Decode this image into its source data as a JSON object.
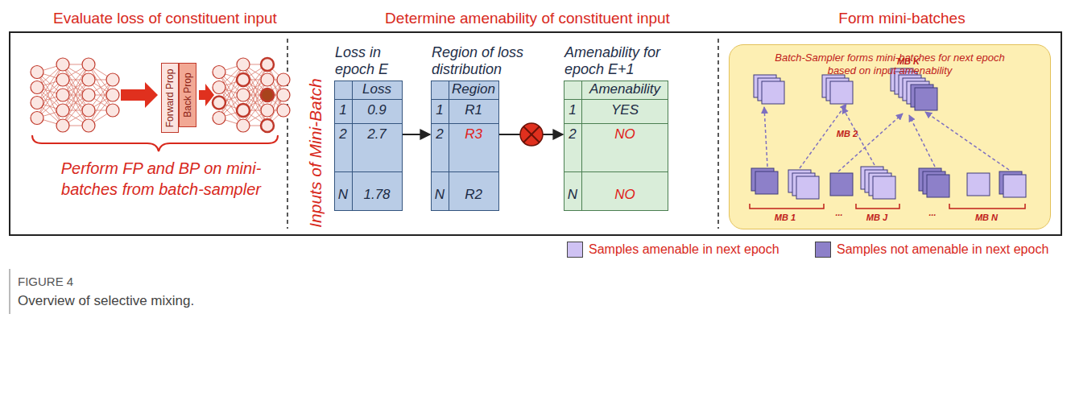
{
  "diagram": {
    "caption": "Overview of selective mixing.",
    "nodes": [
      {
        "text": [
          "Forward Prop"
        ]
      },
      {
        "text": [
          "Back Prop"
        ]
      },
      {
        "text": [
          "Loss in epoch E"
        ]
      },
      {
        "text": [
          "Region of loss distribution"
        ]
      },
      {
        "text": [
          "Amenability for epoch E+1"
        ]
      },
      {
        "text": [
          "Batch-Sampler forms mini-batches for next epoch based on input amenability"
        ]
      }
    ],
    "edges": [
      {
        "from": 2,
        "to": 3,
        "arrow": "to"
      },
      {
        "from": 3,
        "to": 4,
        "arrow": "to"
      }
    ],
    "labels": [
      "Evaluate loss of constituent input",
      "Determine amenability of constituent input",
      "Form mini-batches",
      "Perform FP and BP on mini-batches from batch-sampler",
      "Inputs of Mini-Batch",
      "Loss",
      "1",
      "0.9",
      "2",
      "2.7",
      "N",
      "1.78",
      "Region",
      "1",
      "R1",
      "2",
      "R3",
      "N",
      "R2",
      "Amenability",
      "1",
      "YES",
      "2",
      "NO",
      "N",
      "NO",
      "MB 2",
      "MB K",
      "MB 1",
      "...",
      "MB J",
      "...",
      "MB N",
      "FIGURE 4"
    ],
    "legend": [
      {
        "text": "Samples amenable in next epoch",
        "color": "#cfc2f3"
      },
      {
        "text": "Samples not amenable in next epoch",
        "color": "#8d80c9"
      }
    ]
  }
}
